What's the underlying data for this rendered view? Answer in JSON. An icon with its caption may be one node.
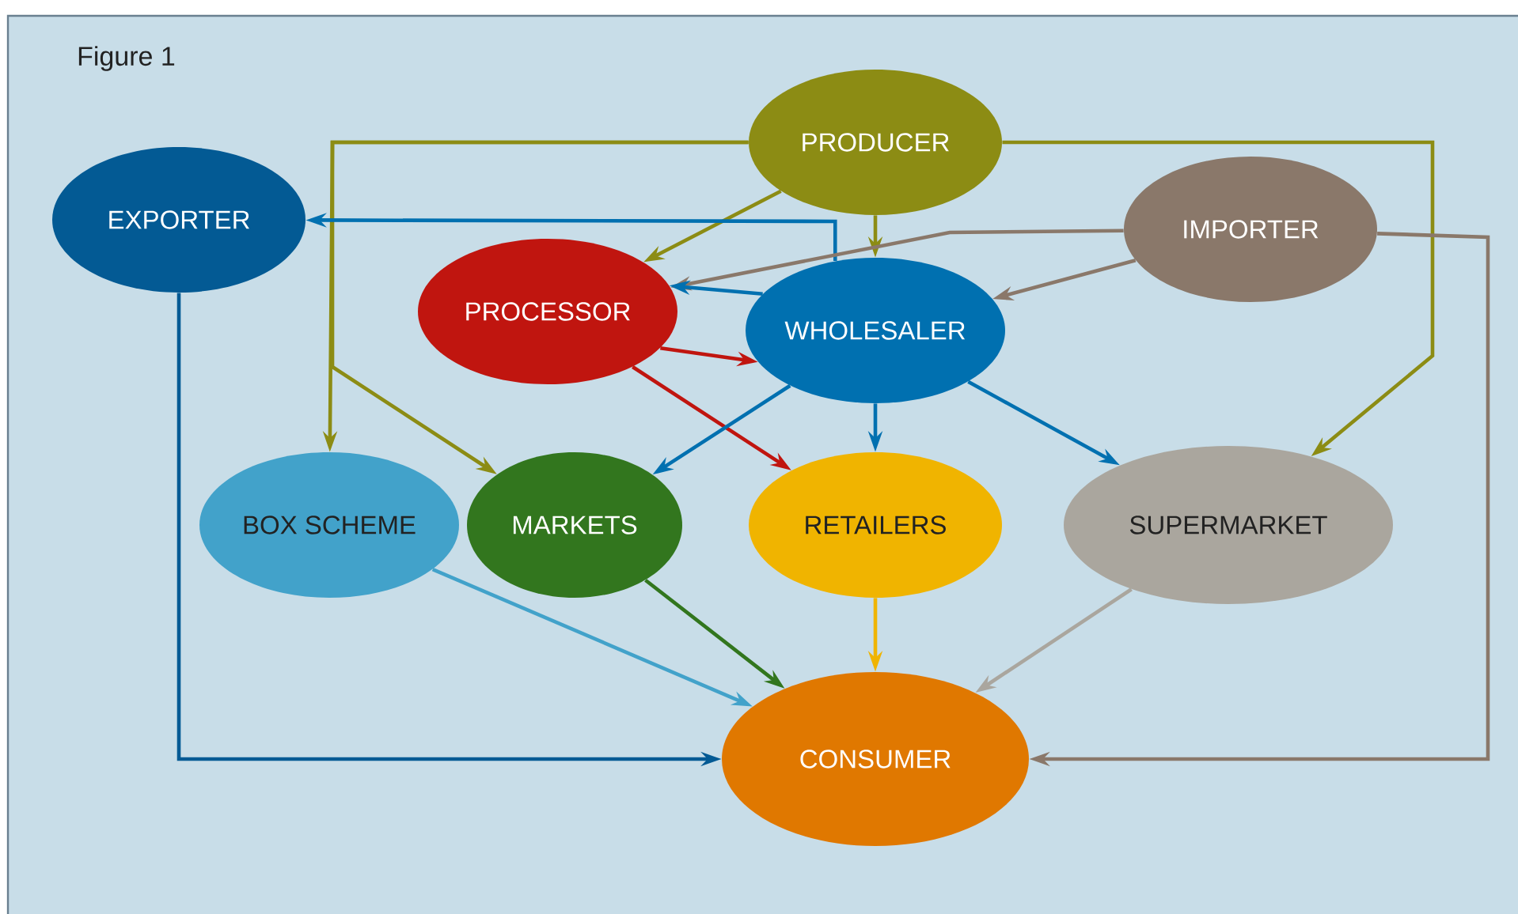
{
  "diagram": {
    "title": "Figure 1",
    "nodes": [
      {
        "text": [
          "PRODUCER"
        ]
      },
      {
        "text": [
          "EXPORTER"
        ]
      },
      {
        "text": [
          "IMPORTER"
        ]
      },
      {
        "text": [
          "PROCESSOR"
        ]
      },
      {
        "text": [
          "WHOLESALER"
        ]
      },
      {
        "text": [
          "BOX SCHEME"
        ]
      },
      {
        "text": [
          "MARKETS"
        ]
      },
      {
        "text": [
          "RETAILERS"
        ]
      },
      {
        "text": [
          "SUPERMARKET"
        ]
      },
      {
        "text": [
          "CONSUMER"
        ]
      }
    ],
    "edges": [
      {
        "from": 0,
        "to": 5,
        "arrow": "to",
        "color": "#8c8c14"
      },
      {
        "from": 0,
        "to": 6,
        "arrow": "to",
        "color": "#8c8c14"
      },
      {
        "from": 0,
        "to": 3,
        "arrow": "to",
        "color": "#8c8c14"
      },
      {
        "from": 0,
        "to": 4,
        "arrow": "to",
        "color": "#8c8c14"
      },
      {
        "from": 0,
        "to": 8,
        "arrow": "to",
        "color": "#8c8c14"
      },
      {
        "from": 4,
        "to": 1,
        "arrow": "to",
        "color": "#0070b0"
      },
      {
        "from": 2,
        "to": 3,
        "arrow": "to",
        "color": "#8a786a"
      },
      {
        "from": 2,
        "to": 4,
        "arrow": "to",
        "color": "#8a786a"
      },
      {
        "from": 2,
        "to": 9,
        "arrow": "to",
        "color": "#8a786a"
      },
      {
        "from": 4,
        "to": 3,
        "arrow": "to",
        "color": "#0070b0"
      },
      {
        "from": 3,
        "to": 4,
        "arrow": "to",
        "color": "#c0150f"
      },
      {
        "from": 3,
        "to": 7,
        "arrow": "to",
        "color": "#c0150f"
      },
      {
        "from": 4,
        "to": 6,
        "arrow": "to",
        "color": "#0070b0"
      },
      {
        "from": 4,
        "to": 7,
        "arrow": "to",
        "color": "#0070b0"
      },
      {
        "from": 4,
        "to": 8,
        "arrow": "to",
        "color": "#0070b0"
      },
      {
        "from": 1,
        "to": 9,
        "arrow": "to",
        "color": "#035a94"
      },
      {
        "from": 5,
        "to": 9,
        "arrow": "to",
        "color": "#42a2ca"
      },
      {
        "from": 6,
        "to": 9,
        "arrow": "to",
        "color": "#32761e"
      },
      {
        "from": 7,
        "to": 9,
        "arrow": "to",
        "color": "#f0b400"
      },
      {
        "from": 8,
        "to": 9,
        "arrow": "to",
        "color": "#aaa69e"
      }
    ]
  }
}
